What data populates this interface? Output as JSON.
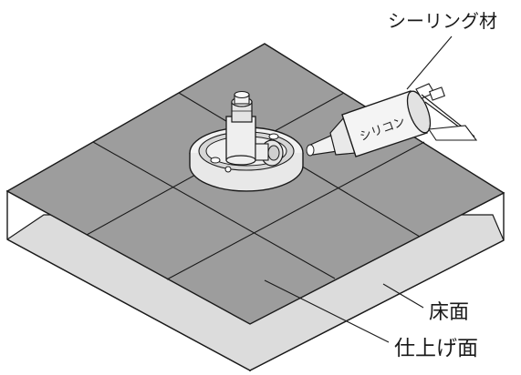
{
  "labels": {
    "sealant": "シーリング材",
    "tube": "シリコン",
    "floor_surface": "床面",
    "finish_surface": "仕上げ面"
  },
  "colors": {
    "top_surface": "#9d9d9d",
    "lower_surface": "#dcdcdc",
    "outline": "#1a1a1a",
    "part_light": "#f2f2f2",
    "part_mid": "#d6d6d6"
  },
  "icons": {
    "valve": "valve-fitting-icon",
    "tube": "silicone-tube-icon"
  }
}
